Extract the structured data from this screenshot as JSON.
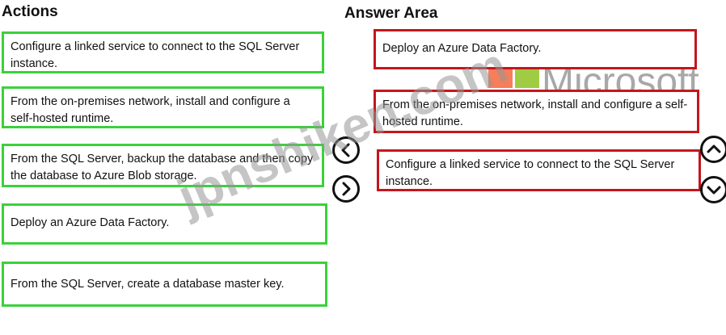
{
  "headings": {
    "actions": "Actions",
    "answer_area": "Answer Area"
  },
  "actions": [
    "Configure a linked service to connect to the SQL Server instance.",
    "From the on-premises network, install and configure a self-hosted runtime.",
    "From the SQL Server, backup the database and then copy the database to Azure Blob storage.",
    "Deploy an Azure Data Factory.",
    "From the SQL Server, create a database master key."
  ],
  "answer_area": [
    "Deploy an Azure Data Factory.",
    "From the on-premises network, install and configure a self-hosted runtime.",
    "Configure a linked service to connect to the SQL Server instance."
  ],
  "controls": {
    "move_left": "chevron-left-icon",
    "move_right": "chevron-right-icon",
    "move_up": "chevron-up-icon",
    "move_down": "chevron-down-icon"
  },
  "watermarks": {
    "brand": "Microsoft",
    "site": "jpnshiken.com"
  },
  "colors": {
    "action_border": "#3bd13b",
    "answer_border": "#c4161c",
    "ms_red": "#f35325",
    "ms_green": "#81bc06",
    "ms_blue": "#05a6f0",
    "ms_yellow": "#ffba08"
  }
}
